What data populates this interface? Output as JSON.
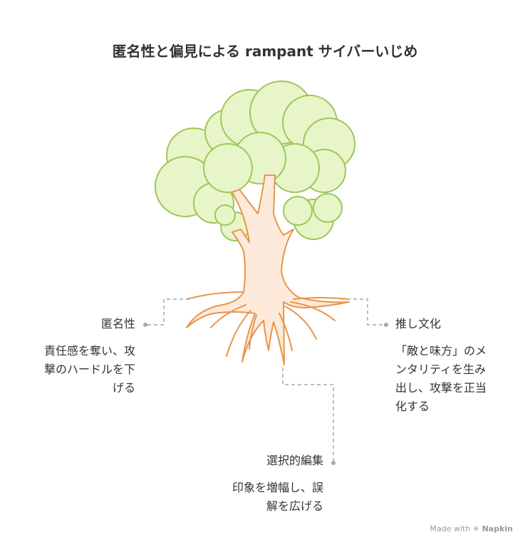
{
  "title": "匿名性と偏見による rampant サイバーいじめ",
  "branches": [
    {
      "label": "匿名性",
      "description_lines": [
        "責任感を奪い、攻",
        "撃のハードルを下",
        "げる"
      ]
    },
    {
      "label": "推し文化",
      "description_lines": [
        "「敵と味方」のメ",
        "ンタリティを生み",
        "出し、攻撃を正当",
        "化する"
      ]
    },
    {
      "label": "選択的編集",
      "description_lines": [
        "印象を増幅し、誤",
        "解を広げる"
      ]
    }
  ],
  "footer": {
    "prefix": "Made with",
    "brand": "Napkin"
  },
  "colors": {
    "foliage_fill": "#e8f5c8",
    "foliage_stroke": "#9cc75a",
    "trunk_fill": "#fdeadb",
    "trunk_stroke": "#e8954a",
    "connector": "#a8a8a8"
  }
}
